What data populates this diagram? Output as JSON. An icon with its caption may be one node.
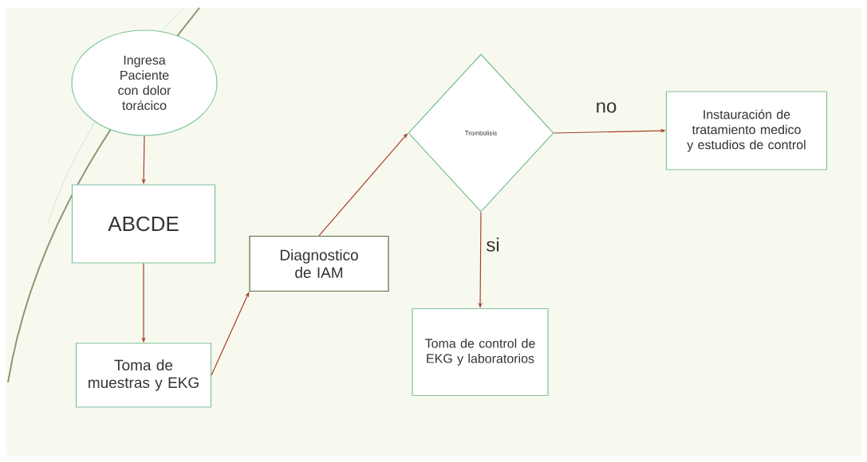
{
  "diagram": {
    "nodes": [
      {
        "text": [
          "Ingresa Paciente con dolor torácico"
        ]
      },
      {
        "text": [
          "ABCDE"
        ]
      },
      {
        "text": [
          "Toma de muestras y EKG"
        ]
      },
      {
        "text": [
          "Diagnostico de IAM"
        ]
      },
      {
        "text": [
          "Trombolisis"
        ]
      },
      {
        "text": [
          "Instauración de tratamiento medico y estudios de control"
        ]
      },
      {
        "text": [
          "Toma de control de EKG y laboratorios"
        ]
      }
    ],
    "edges": [
      {
        "from": 0,
        "to": 1,
        "arrow": "to"
      },
      {
        "from": 1,
        "to": 2,
        "arrow": "to"
      },
      {
        "from": 2,
        "to": 3,
        "arrow": "to"
      },
      {
        "from": 3,
        "to": 4,
        "arrow": "to"
      },
      {
        "from": 4,
        "to": 5,
        "arrow": "to",
        "label": "no"
      },
      {
        "from": 4,
        "to": 6,
        "arrow": "to",
        "label": "si"
      }
    ]
  }
}
